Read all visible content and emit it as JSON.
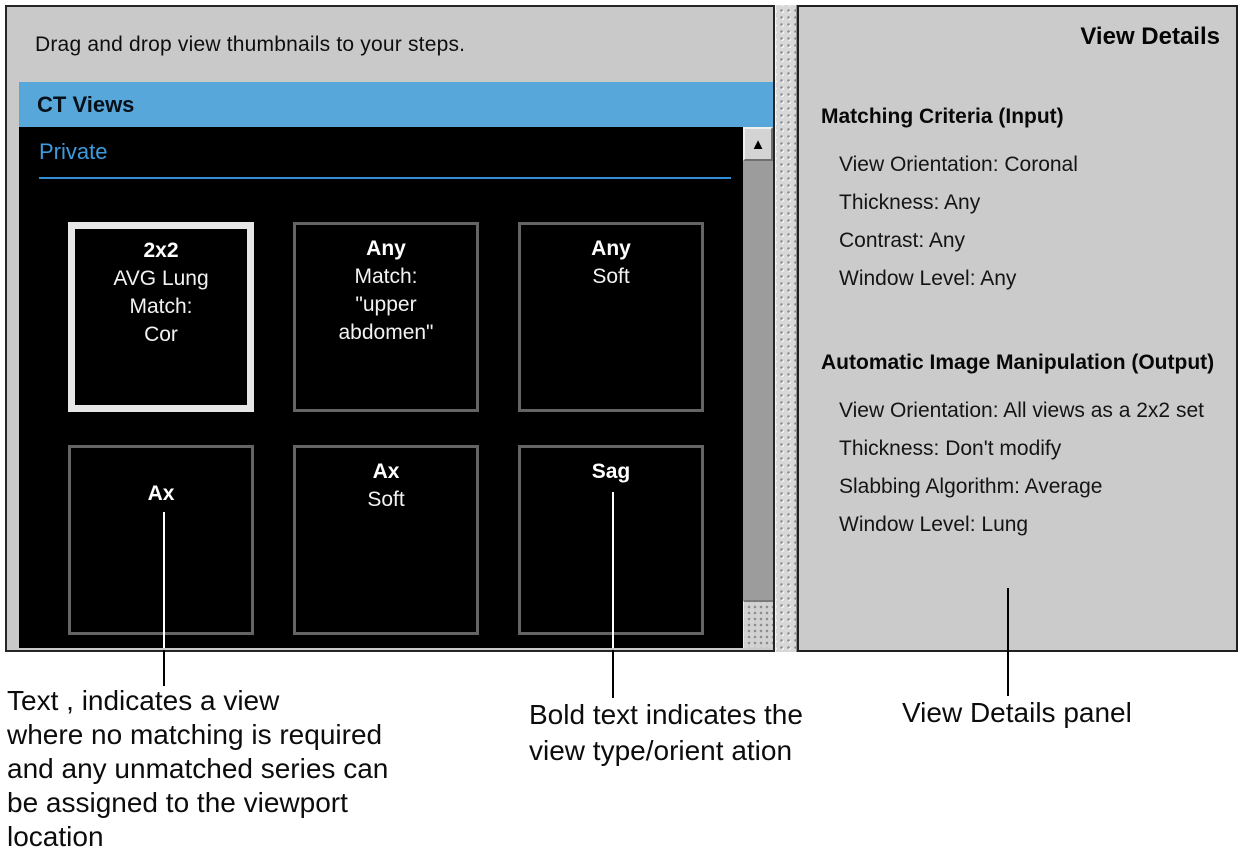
{
  "left_panel": {
    "instruction": "Drag and drop view thumbnails to your steps.",
    "header": "CT Views",
    "group_label": "Private",
    "thumbnails": [
      {
        "name": "2x2 AVG Lung Match Cor",
        "selected": true,
        "lines": [
          "2x2",
          "AVG Lung",
          "Match:",
          "Cor"
        ]
      },
      {
        "name": "Any Match upper abdomen",
        "selected": false,
        "lines": [
          "Any",
          "Match:",
          "\"upper",
          "abdomen\""
        ]
      },
      {
        "name": "Any Soft",
        "selected": false,
        "lines": [
          "Any",
          "Soft"
        ]
      },
      {
        "name": "Ax",
        "selected": false,
        "lines": [
          "Ax"
        ]
      },
      {
        "name": "Ax Soft",
        "selected": false,
        "lines": [
          "Ax",
          "Soft"
        ]
      },
      {
        "name": "Sag",
        "selected": false,
        "lines": [
          "Sag"
        ]
      }
    ],
    "scrollbar": {
      "up_glyph": "▲"
    }
  },
  "view_details": {
    "title": "View Details",
    "sections": [
      {
        "heading": "Matching Criteria (Input)",
        "items": [
          "View Orientation: Coronal",
          "Thickness: Any",
          "Contrast: Any",
          "Window Level: Any"
        ]
      },
      {
        "heading": "Automatic Image Manipulation (Output)",
        "items": [
          "View Orientation: All views as a 2x2 set",
          "Thickness: Don't modify",
          "Slabbing Algorithm: Average",
          "Window Level: Lung"
        ]
      }
    ]
  },
  "annotations": {
    "caption_unmatched": {
      "lines": [
        "Text , indicates a view",
        "where no matching is required",
        "and any unmatched series can",
        "be assigned to the viewport",
        "location"
      ]
    },
    "caption_bold": {
      "lines": [
        "Bold text indicates the",
        "view type/orient ation"
      ]
    },
    "caption_panel": "View Details panel"
  },
  "colors": {
    "header_blue": "#57a7da",
    "group_label_blue": "#3d9bdd",
    "group_rule_blue": "#2f8fd6",
    "panel_gray": "#c9c9c9",
    "canvas_black": "#000000",
    "thumb_border_gray": "#646464",
    "thumb_border_selected": "#e6e6e6"
  }
}
